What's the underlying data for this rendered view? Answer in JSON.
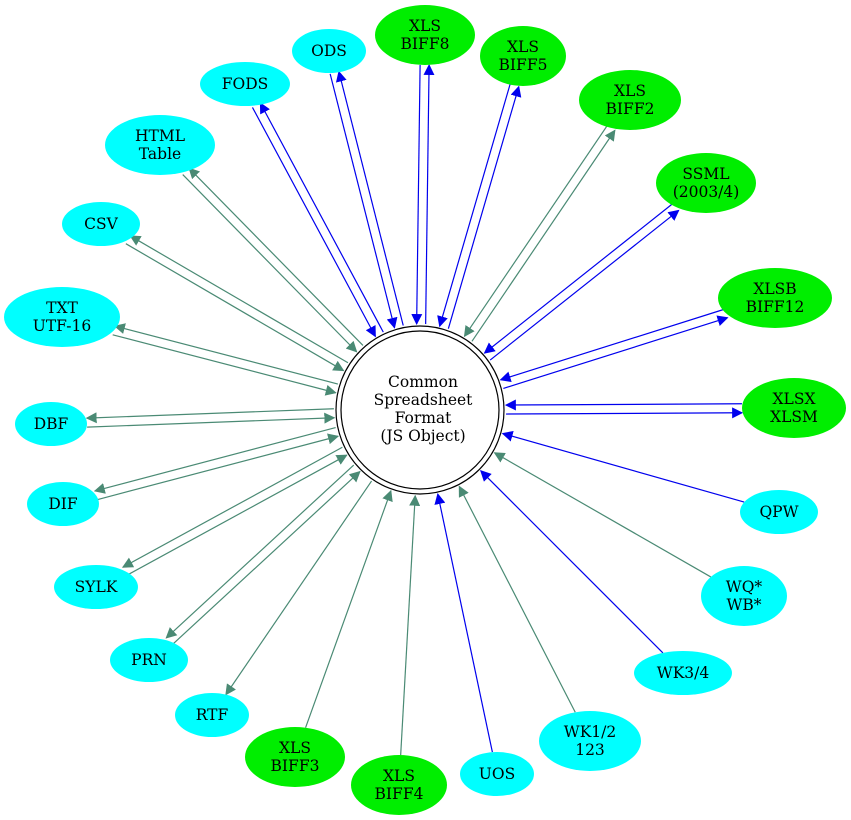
{
  "center": {
    "lines": [
      "Common",
      "Spreadsheet",
      "Format",
      "(JS Object)"
    ]
  },
  "colors": {
    "node_cyan": "#00ffff",
    "node_green": "#00ee00",
    "edge_blue": "#0000ee",
    "edge_teal": "#4a8a74",
    "center_stroke": "#000000"
  },
  "nodes": [
    {
      "id": "xls-biff8",
      "lines": [
        "XLS",
        "BIFF8"
      ],
      "color": "green",
      "edge": "blue",
      "dir": "both"
    },
    {
      "id": "xls-biff5",
      "lines": [
        "XLS",
        "BIFF5"
      ],
      "color": "green",
      "edge": "blue",
      "dir": "both"
    },
    {
      "id": "xls-biff2",
      "lines": [
        "XLS",
        "BIFF2"
      ],
      "color": "green",
      "edge": "teal",
      "dir": "both"
    },
    {
      "id": "ssml",
      "lines": [
        "SSML",
        "(2003/4)"
      ],
      "color": "green",
      "edge": "blue",
      "dir": "both"
    },
    {
      "id": "xlsb",
      "lines": [
        "XLSB",
        "BIFF12"
      ],
      "color": "green",
      "edge": "blue",
      "dir": "both"
    },
    {
      "id": "xlsx",
      "lines": [
        "XLSX",
        "XLSM"
      ],
      "color": "green",
      "edge": "blue",
      "dir": "both"
    },
    {
      "id": "qpw",
      "lines": [
        "QPW"
      ],
      "color": "cyan",
      "edge": "blue",
      "dir": "in"
    },
    {
      "id": "wq",
      "lines": [
        "WQ*",
        "WB*"
      ],
      "color": "cyan",
      "edge": "teal",
      "dir": "in"
    },
    {
      "id": "wk34",
      "lines": [
        "WK3/4"
      ],
      "color": "cyan",
      "edge": "blue",
      "dir": "in"
    },
    {
      "id": "wk12",
      "lines": [
        "WK1/2",
        "123"
      ],
      "color": "cyan",
      "edge": "teal",
      "dir": "in"
    },
    {
      "id": "uos",
      "lines": [
        "UOS"
      ],
      "color": "cyan",
      "edge": "blue",
      "dir": "in"
    },
    {
      "id": "xls-biff4",
      "lines": [
        "XLS",
        "BIFF4"
      ],
      "color": "green",
      "edge": "teal",
      "dir": "in"
    },
    {
      "id": "xls-biff3",
      "lines": [
        "XLS",
        "BIFF3"
      ],
      "color": "green",
      "edge": "teal",
      "dir": "in"
    },
    {
      "id": "rtf",
      "lines": [
        "RTF"
      ],
      "color": "cyan",
      "edge": "teal",
      "dir": "out"
    },
    {
      "id": "prn",
      "lines": [
        "PRN"
      ],
      "color": "cyan",
      "edge": "teal",
      "dir": "both"
    },
    {
      "id": "sylk",
      "lines": [
        "SYLK"
      ],
      "color": "cyan",
      "edge": "teal",
      "dir": "both"
    },
    {
      "id": "dif",
      "lines": [
        "DIF"
      ],
      "color": "cyan",
      "edge": "teal",
      "dir": "both"
    },
    {
      "id": "dbf",
      "lines": [
        "DBF"
      ],
      "color": "cyan",
      "edge": "teal",
      "dir": "both"
    },
    {
      "id": "txt",
      "lines": [
        "TXT",
        "UTF-16"
      ],
      "color": "cyan",
      "edge": "teal",
      "dir": "both"
    },
    {
      "id": "csv",
      "lines": [
        "CSV"
      ],
      "color": "cyan",
      "edge": "teal",
      "dir": "both"
    },
    {
      "id": "html",
      "lines": [
        "HTML",
        "Table"
      ],
      "color": "cyan",
      "edge": "teal",
      "dir": "both"
    },
    {
      "id": "fods",
      "lines": [
        "FODS"
      ],
      "color": "cyan",
      "edge": "blue",
      "dir": "both"
    },
    {
      "id": "ods",
      "lines": [
        "ODS"
      ],
      "color": "cyan",
      "edge": "blue",
      "dir": "both"
    }
  ]
}
